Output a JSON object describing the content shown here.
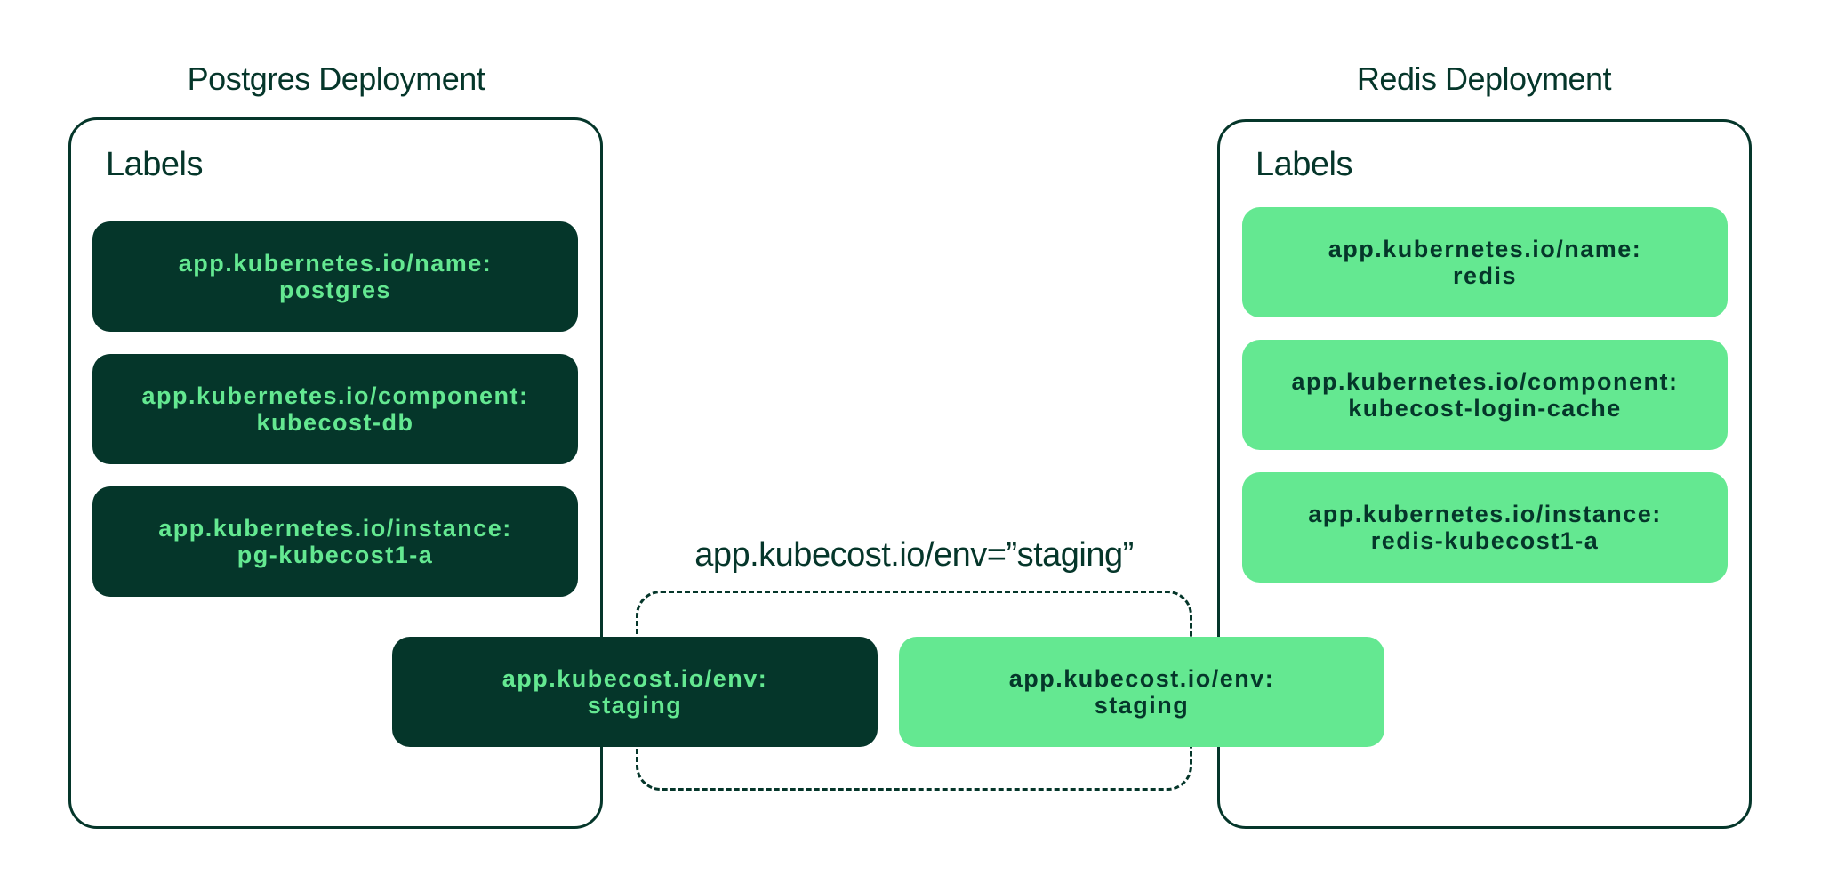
{
  "postgres": {
    "title": "Postgres Deployment",
    "labels_heading": "Labels",
    "labels": [
      {
        "key": "app.kubernetes.io/name:",
        "value": "postgres"
      },
      {
        "key": "app.kubernetes.io/component:",
        "value": "kubecost-db"
      },
      {
        "key": "app.kubernetes.io/instance:",
        "value": "pg-kubecost1-a"
      }
    ],
    "env_label": {
      "key": "app.kubecost.io/env:",
      "value": "staging"
    }
  },
  "redis": {
    "title": "Redis Deployment",
    "labels_heading": "Labels",
    "labels": [
      {
        "key": "app.kubernetes.io/name:",
        "value": "redis"
      },
      {
        "key": "app.kubernetes.io/component:",
        "value": "kubecost-login-cache"
      },
      {
        "key": "app.kubernetes.io/instance:",
        "value": "redis-kubecost1-a"
      }
    ],
    "env_label": {
      "key": "app.kubecost.io/env:",
      "value": "staging"
    }
  },
  "selector": {
    "label": "app.kubecost.io/env=”staging”"
  },
  "colors": {
    "dark_green": "#05362a",
    "light_green": "#64e891",
    "background": "#ffffff"
  }
}
